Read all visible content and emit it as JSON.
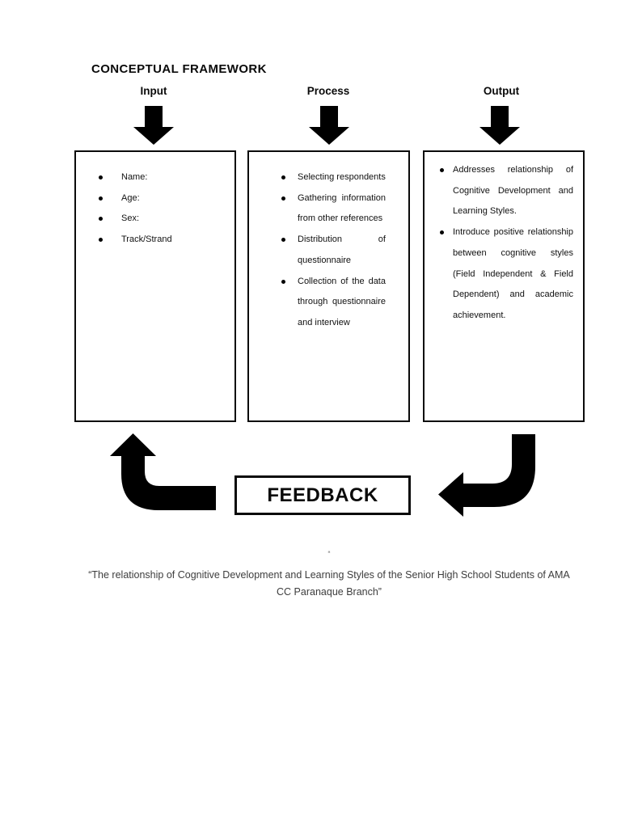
{
  "title": "CONCEPTUAL FRAMEWORK",
  "columns": [
    {
      "header": "Input",
      "items": [
        "Name:",
        "Age:",
        "Sex:",
        "Track/Strand"
      ]
    },
    {
      "header": "Process",
      "items": [
        "Selecting respondents",
        "Gathering information from other references",
        "Distribution of questionnaire",
        "Collection of the data through questionnaire and interview"
      ]
    },
    {
      "header": "Output",
      "items": [
        "Addresses relationship of Cognitive Development and Learning Styles.",
        "Introduce positive relationship between cognitive styles (Field Independent & Field Dependent) and academic achievement."
      ]
    }
  ],
  "feedback_label": "FEEDBACK",
  "caption": {
    "quote_mark": "“",
    "text": "“The relationship of Cognitive Development and Learning Styles of the Senior High School Students of AMA CC Paranaque Branch”"
  },
  "colors": {
    "ink": "#000000",
    "caption_text": "#3d3d3d"
  }
}
